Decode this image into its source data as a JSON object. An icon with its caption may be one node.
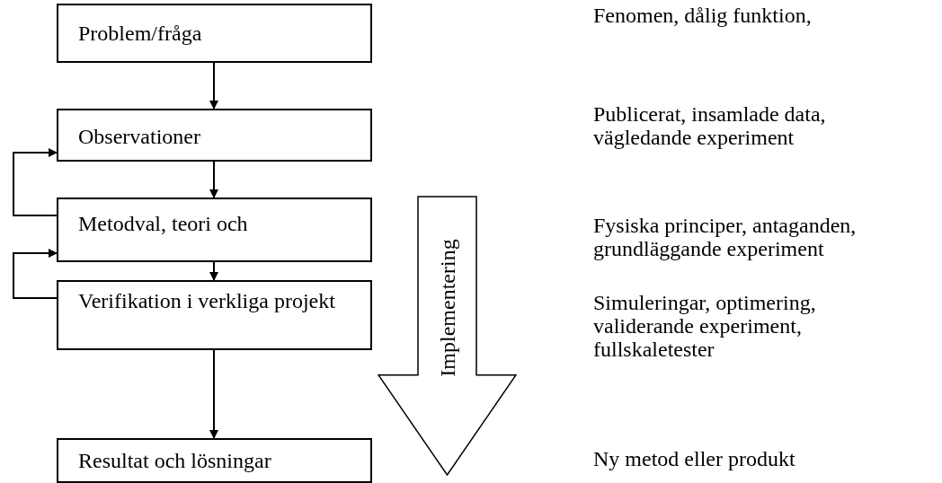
{
  "diagram": {
    "nodes": [
      {
        "text": [
          "Problem/fråga"
        ]
      },
      {
        "text": [
          "Observationer"
        ]
      },
      {
        "text": [
          "Metodval, teori  och"
        ]
      },
      {
        "text": [
          "Verifikation i verkliga projekt"
        ]
      },
      {
        "text": [
          "Resultat och lösningar"
        ]
      },
      {
        "text": [
          "Implementering"
        ]
      }
    ],
    "edges": [
      {
        "from": 0,
        "to": 1,
        "arrow": "to"
      },
      {
        "from": 1,
        "to": 2,
        "arrow": "to"
      },
      {
        "from": 2,
        "to": 3,
        "arrow": "to"
      },
      {
        "from": 3,
        "to": 4,
        "arrow": "to"
      },
      {
        "from": 2,
        "to": 1,
        "arrow": "to"
      },
      {
        "from": 3,
        "to": 2,
        "arrow": "to"
      }
    ],
    "labels": [
      "Fenomen, dålig funktion,",
      "Publicerat, insamlade data, vägledande experiment",
      "Fysiska principer, antaganden, grundläggande experiment",
      "Simuleringar, optimering, validerande experiment, fullskaletester",
      "Ny metod eller produkt"
    ]
  }
}
